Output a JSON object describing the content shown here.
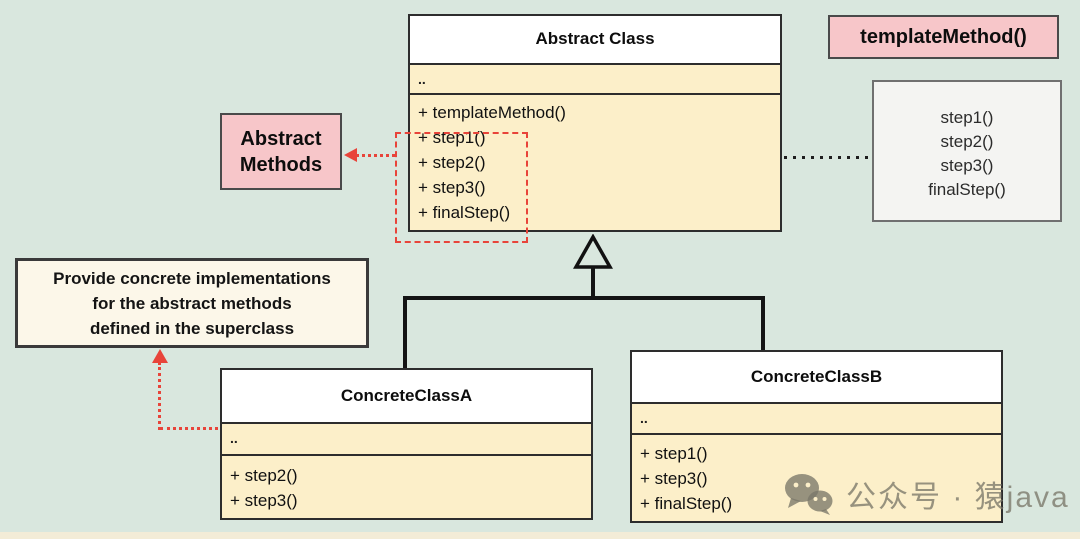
{
  "colors": {
    "background": "#d9e7de",
    "class_body_fill": "#fcefc9",
    "class_header_fill": "#ffffff",
    "pink_callout_fill": "#f7c6c9",
    "note_fill": "#fcf7e9",
    "steps_box_fill": "#f4f4f2",
    "red_accent": "#e8443a",
    "line_color": "#141414"
  },
  "abstract_class": {
    "title": "Abstract Class",
    "attributes": "..",
    "methods": [
      "+ templateMethod()",
      "+ step1()",
      "+ step2()",
      "+ step3()",
      "+ finalStep()"
    ]
  },
  "template_method_label": "templateMethod()",
  "steps_box": {
    "lines": [
      "step1()",
      "step2()",
      "step3()",
      "finalStep()"
    ]
  },
  "abstract_methods_callout": {
    "line1": "Abstract",
    "line2": "Methods"
  },
  "note": {
    "line1": "Provide concrete implementations",
    "line2": "for the abstract methods",
    "line3": "defined in the superclass"
  },
  "concrete_class_a": {
    "title": "ConcreteClassA",
    "attributes": "..",
    "methods": [
      "+ step2()",
      "+ step3()"
    ]
  },
  "concrete_class_b": {
    "title": "ConcreteClassB",
    "attributes": "..",
    "methods": [
      "+ step1()",
      "+ step3()",
      "+ finalStep()"
    ]
  },
  "watermark": {
    "icon": "wechat-icon",
    "text": "公众号 · 猿java"
  }
}
